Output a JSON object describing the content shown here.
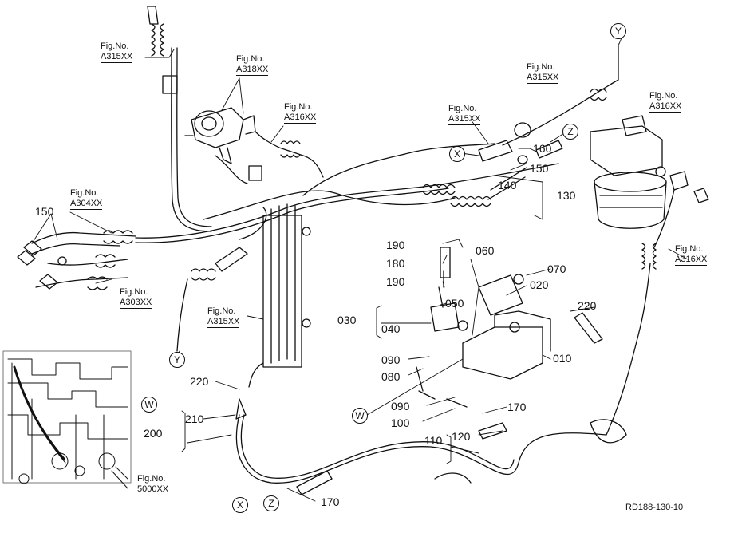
{
  "figure_refs": [
    {
      "id": "ref_a315_top",
      "prefix": "Fig.No.",
      "code": "A315XX"
    },
    {
      "id": "ref_a318",
      "prefix": "Fig.No.",
      "code": "A318XX"
    },
    {
      "id": "ref_a316_mid",
      "prefix": "Fig.No.",
      "code": "A316XX"
    },
    {
      "id": "ref_a304",
      "prefix": "Fig.No.",
      "code": "A304XX"
    },
    {
      "id": "ref_a303",
      "prefix": "Fig.No.",
      "code": "A303XX"
    },
    {
      "id": "ref_a315_left",
      "prefix": "Fig.No.",
      "code": "A315XX"
    },
    {
      "id": "ref_a315_center",
      "prefix": "Fig.No.",
      "code": "A315XX"
    },
    {
      "id": "ref_a315_right",
      "prefix": "Fig.No.",
      "code": "A315XX"
    },
    {
      "id": "ref_a316_filter",
      "prefix": "Fig.No.",
      "code": "A316XX"
    },
    {
      "id": "ref_a316_right",
      "prefix": "Fig.No.",
      "code": "A316XX"
    },
    {
      "id": "ref_5000",
      "prefix": "Fig.No.",
      "code": "5000XX"
    }
  ],
  "part_labels": {
    "p150_left": "150",
    "p150_right": "150",
    "p160": "160",
    "p140": "140",
    "p130": "130",
    "p190_top": "190",
    "p180": "180",
    "p190_mid": "190",
    "p060": "060",
    "p070": "070",
    "p020": "020",
    "p050": "050",
    "p030": "030",
    "p040": "040",
    "p220_right": "220",
    "p010": "010",
    "p090_top": "090",
    "p080": "080",
    "p220_left": "220",
    "p210": "210",
    "p200": "200",
    "p090_bottom": "090",
    "p170_right": "170",
    "p100": "100",
    "p120": "120",
    "p110": "110",
    "p170_bottom": "170"
  },
  "connectors": {
    "y_top": "Y",
    "y_left": "Y",
    "x_mid": "X",
    "x_bottom": "X",
    "z_mid": "Z",
    "z_bottom": "Z",
    "w_left": "W",
    "w_mid": "W"
  },
  "drawing_code": "RD188-130-10"
}
